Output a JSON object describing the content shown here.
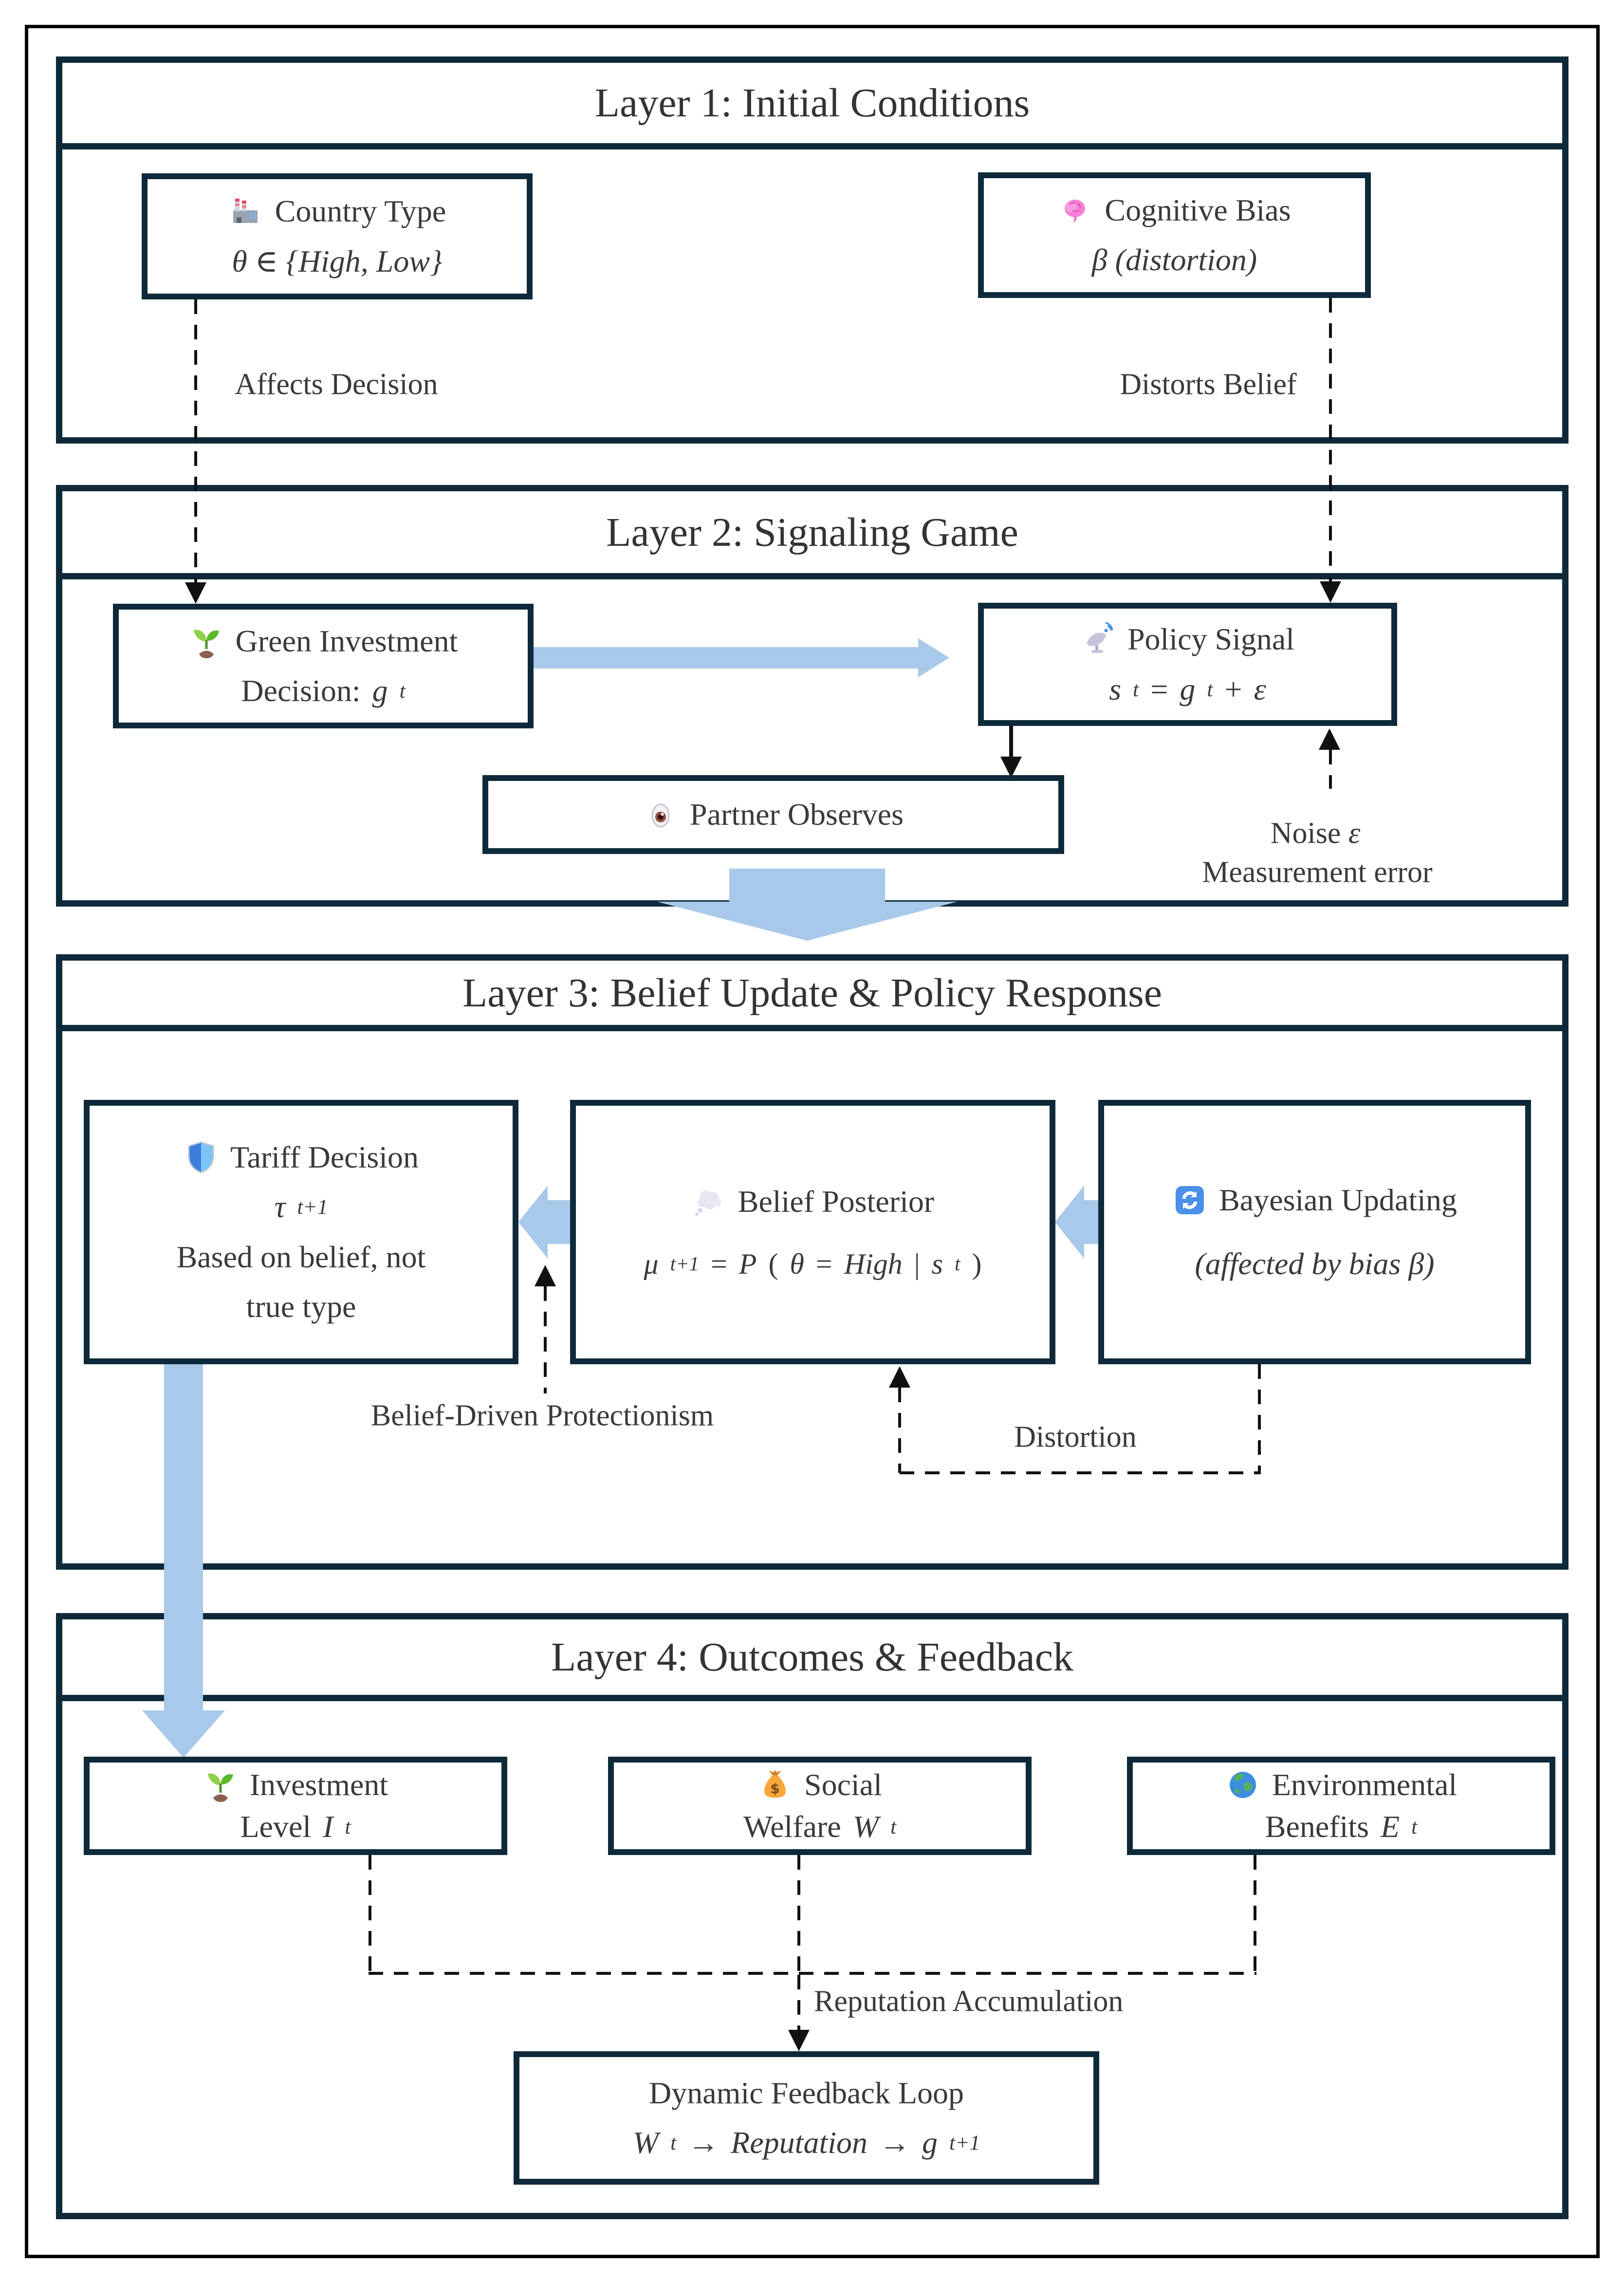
{
  "colors": {
    "panel_border": "#0e2a3a",
    "box_border": "#0e2a3a",
    "arrow_blue": "#a9c9ea",
    "dash_black": "#111111",
    "text": "#3a3a3a",
    "background": "#ffffff",
    "page_border": "#000000"
  },
  "layer1": {
    "title": "Layer 1: Initial Conditions",
    "country_type": {
      "icon": "factory-icon",
      "line1": "Country Type",
      "formula": [
        {
          "t": "θ ∈ {High, Low}",
          "i": true
        }
      ]
    },
    "cognitive_bias": {
      "icon": "brain-icon",
      "line1": "Cognitive Bias",
      "formula": [
        {
          "t": "β (distortion)",
          "i": true
        }
      ]
    },
    "edge_affects": "Affects Decision",
    "edge_distorts": "Distorts Belief"
  },
  "layer2": {
    "title": "Layer 2: Signaling Game",
    "green_investment": {
      "icon": "seedling-icon",
      "line1": "Green Investment",
      "formula": [
        {
          "t": "Decision: "
        },
        {
          "t": "g",
          "i": true,
          "sub": "t"
        }
      ]
    },
    "policy_signal": {
      "icon": "satellite-icon",
      "line1": "Policy Signal",
      "formula": [
        {
          "t": "s",
          "i": true,
          "sub": "t"
        },
        {
          "t": " = "
        },
        {
          "t": "g",
          "i": true,
          "sub": "t"
        },
        {
          "t": " + "
        },
        {
          "t": "ε",
          "i": true
        }
      ]
    },
    "partner_observes": {
      "icon": "eye-icon",
      "line1": "Partner Observes"
    },
    "noise_label_line1": [
      {
        "t": "Noise "
      },
      {
        "t": "ε",
        "i": true
      }
    ],
    "noise_label_line2": "Measurement error"
  },
  "layer3": {
    "title": "Layer 3: Belief Update & Policy Response",
    "tariff_decision": {
      "icon": "shield-icon",
      "line1": "Tariff Decision",
      "formula": [
        {
          "t": "τ",
          "i": true,
          "sub": "t+1"
        }
      ],
      "line3": "Based on belief, not",
      "line4": "true type"
    },
    "belief_posterior": {
      "icon": "thought-cloud-icon",
      "line1": "Belief Posterior",
      "formula": [
        {
          "t": "μ",
          "i": true,
          "sub": "t+1"
        },
        {
          "t": " = "
        },
        {
          "t": "P",
          "i": true
        },
        {
          "t": "("
        },
        {
          "t": "θ",
          "i": true
        },
        {
          "t": " = "
        },
        {
          "t": "High",
          "i": true
        },
        {
          "t": "|"
        },
        {
          "t": "s",
          "i": true,
          "sub": "t"
        },
        {
          "t": ")"
        }
      ]
    },
    "bayesian_updating": {
      "icon": "refresh-icon",
      "line1": "Bayesian Updating",
      "formula": [
        {
          "t": "(affected by bias β)",
          "i": true
        }
      ]
    },
    "edge_protectionism": "Belief-Driven Protectionism",
    "edge_distortion": "Distortion"
  },
  "layer4": {
    "title": "Layer 4: Outcomes & Feedback",
    "investment_level": {
      "icon": "seedling-icon",
      "line1": "Investment",
      "formula": [
        {
          "t": "Level "
        },
        {
          "t": "I",
          "i": true,
          "sub": "t"
        }
      ]
    },
    "social_welfare": {
      "icon": "money-bag-icon",
      "line1": "Social",
      "formula": [
        {
          "t": "Welfare "
        },
        {
          "t": "W",
          "i": true,
          "sub": "t"
        }
      ]
    },
    "environmental_benefits": {
      "icon": "globe-icon",
      "line1": "Environmental",
      "formula": [
        {
          "t": "Benefits "
        },
        {
          "t": "E",
          "i": true,
          "sub": "t"
        }
      ]
    },
    "edge_reputation": "Reputation Accumulation",
    "dynamic_feedback": {
      "line1": "Dynamic Feedback Loop",
      "formula": [
        {
          "t": "W",
          "i": true,
          "sub": "t"
        },
        {
          "t": " → "
        },
        {
          "t": "Reputation",
          "i": true
        },
        {
          "t": " → "
        },
        {
          "t": "g",
          "i": true,
          "sub": "t+1"
        }
      ]
    }
  }
}
